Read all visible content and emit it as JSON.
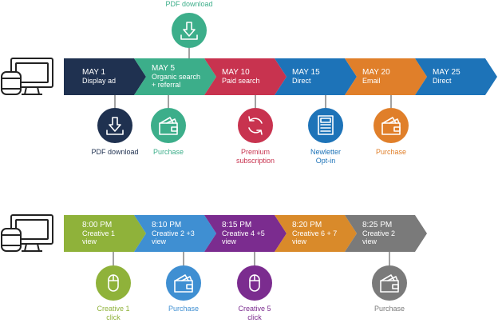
{
  "top_row": {
    "steps": [
      {
        "date": "MAY 1",
        "label": "Display ad",
        "color": "#1f3150"
      },
      {
        "date": "MAY 5",
        "label_lines": [
          "Organic search",
          "+ referral"
        ],
        "color": "#3cae8a"
      },
      {
        "date": "MAY 10",
        "label": "Paid search",
        "color": "#c8334f"
      },
      {
        "date": "MAY 15",
        "label": "Direct",
        "color": "#1d73b8"
      },
      {
        "date": "MAY 20",
        "label": "Email",
        "color": "#e07f2a"
      },
      {
        "date": "MAY 25",
        "label": "Direct",
        "color": "#1d73b8"
      }
    ],
    "above_event": {
      "label": "PDF download",
      "icon": "download-icon",
      "color": "#3cae8a"
    },
    "events": [
      {
        "label_lines": [
          "PDF download"
        ],
        "icon": "download-icon",
        "color": "#1f3150",
        "label_color": "#1f3150"
      },
      {
        "label_lines": [
          "Purchase"
        ],
        "icon": "wallet-icon",
        "color": "#3cae8a",
        "label_color": "#3cae8a"
      },
      {
        "label_lines": [
          "Premium",
          "subscription"
        ],
        "icon": "refresh-icon",
        "color": "#c8334f",
        "label_color": "#c8334f"
      },
      {
        "label_lines": [
          "Newletter",
          "Opt-in"
        ],
        "icon": "newsletter-icon",
        "color": "#1d73b8",
        "label_color": "#1d73b8"
      },
      {
        "label_lines": [
          "Purchase"
        ],
        "icon": "wallet-icon",
        "color": "#e07f2a",
        "label_color": "#e07f2a"
      }
    ]
  },
  "bottom_row": {
    "steps": [
      {
        "date": "8:00 PM",
        "label_lines": [
          "Creative 1",
          "view"
        ],
        "color": "#8fb23a"
      },
      {
        "date": "8:10 PM",
        "label_lines": [
          "Creative 2 +3",
          "view"
        ],
        "color": "#3f8fd2"
      },
      {
        "date": "8:15 PM",
        "label_lines": [
          "Creative 4 +5",
          "view"
        ],
        "color": "#7b2c8f"
      },
      {
        "date": "8:20 PM",
        "label_lines": [
          "Creative 6 + 7",
          "view"
        ],
        "color": "#d98a2a"
      },
      {
        "date": "8:25 PM",
        "label_lines": [
          "Creative 2",
          "view"
        ],
        "color": "#7a7a7a"
      }
    ],
    "events": [
      {
        "label_lines": [
          "Creative 1",
          "click"
        ],
        "icon": "mouse-icon",
        "color": "#8fb23a",
        "label_color": "#8fb23a"
      },
      {
        "label_lines": [
          "Purchase"
        ],
        "icon": "wallet-icon",
        "color": "#3f8fd2",
        "label_color": "#3f8fd2"
      },
      {
        "label_lines": [
          "Creative 5",
          "click"
        ],
        "icon": "mouse-icon",
        "color": "#7b2c8f",
        "label_color": "#7b2c8f"
      },
      {
        "label_lines": [
          "Purchase"
        ],
        "icon": "wallet-icon",
        "color": "#7a7a7a",
        "label_color": "#7a7a7a"
      }
    ]
  },
  "device_icon": "devices-icon"
}
